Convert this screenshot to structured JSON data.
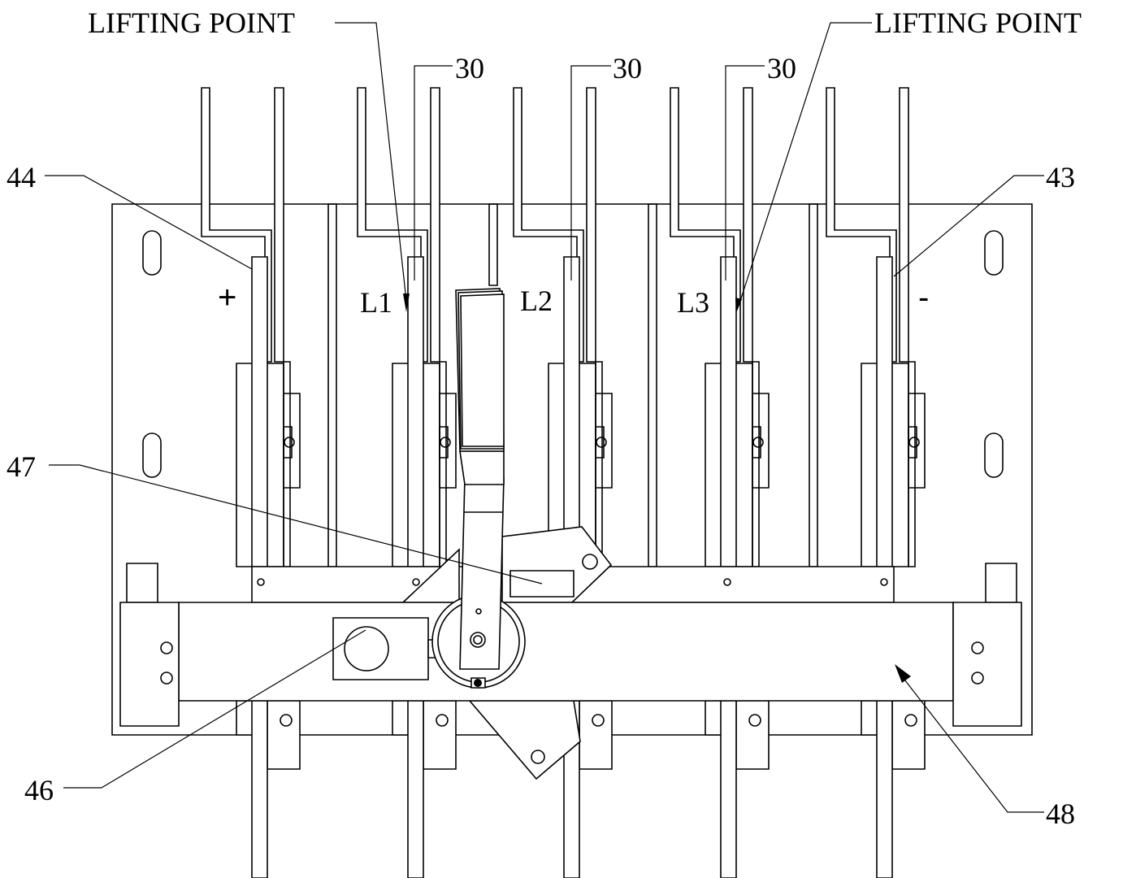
{
  "labels": {
    "lifting_point_left": "LIFTING POINT",
    "lifting_point_right": "LIFTING POINT",
    "ref_30_a": "30",
    "ref_30_b": "30",
    "ref_30_c": "30",
    "ref_44": "44",
    "ref_43": "43",
    "ref_47": "47",
    "ref_46": "46",
    "ref_48": "48"
  },
  "poles": {
    "plus": "+",
    "l1": "L1",
    "l2": "L2",
    "l3": "L3",
    "minus": "-"
  }
}
